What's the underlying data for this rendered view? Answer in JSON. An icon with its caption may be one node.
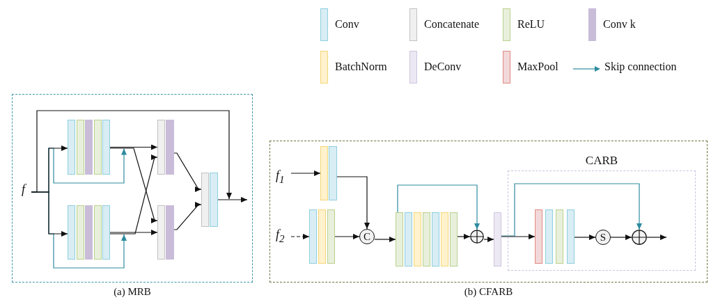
{
  "diagram": {
    "nodes": [
      {
        "text": [
          "(a) MRB"
        ]
      },
      {
        "text": [
          "f"
        ],
        "in": 0
      },
      {
        "text": [],
        "shape": "bar",
        "in": 0
      },
      {
        "text": [],
        "shape": "bar",
        "in": 0
      },
      {
        "text": [],
        "shape": "bar",
        "in": 0
      },
      {
        "text": [],
        "shape": "bar",
        "in": 0
      },
      {
        "text": [],
        "shape": "bar",
        "in": 0
      },
      {
        "text": [],
        "shape": "bar",
        "in": 0
      },
      {
        "text": [],
        "shape": "bar",
        "in": 0
      },
      {
        "text": [],
        "shape": "bar",
        "in": 0
      },
      {
        "text": [],
        "shape": "bar",
        "in": 0
      },
      {
        "text": [],
        "shape": "bar",
        "in": 0
      },
      {
        "text": [],
        "shape": "bar",
        "in": 0
      },
      {
        "text": [],
        "shape": "bar",
        "in": 0
      },
      {
        "text": [],
        "shape": "bar",
        "in": 0
      },
      {
        "text": [],
        "shape": "bar",
        "in": 0
      },
      {
        "text": [],
        "shape": "bar",
        "in": 0
      },
      {
        "text": [],
        "shape": "bar",
        "in": 0
      },
      {
        "text": [
          "(b) CFARB"
        ]
      },
      {
        "text": [
          "f$_{1}$"
        ],
        "in": 18
      },
      {
        "text": [],
        "shape": "bar",
        "in": 18
      },
      {
        "text": [],
        "shape": "bar",
        "in": 18
      },
      {
        "text": [
          "f$_{2}$"
        ],
        "in": 18
      },
      {
        "text": [],
        "shape": "bar",
        "in": 18
      },
      {
        "text": [],
        "shape": "bar",
        "in": 18
      },
      {
        "text": [],
        "shape": "bar",
        "in": 18
      },
      {
        "text": [
          "C"
        ],
        "in": 18
      },
      {
        "text": [],
        "shape": "bar",
        "in": 18
      },
      {
        "text": [],
        "shape": "bar",
        "in": 18
      },
      {
        "text": [],
        "shape": "bar",
        "in": 18
      },
      {
        "text": [],
        "shape": "bar",
        "in": 18
      },
      {
        "text": [],
        "shape": "bar",
        "in": 18
      },
      {
        "text": [],
        "shape": "bar",
        "in": 18
      },
      {
        "text": [],
        "shape": "bar",
        "in": 18
      },
      {
        "text": [],
        "shape": "circle",
        "in": 18
      },
      {
        "text": [],
        "shape": "bar",
        "in": 18
      },
      {
        "text": [
          "CARB"
        ],
        "in": 18
      },
      {
        "text": [],
        "shape": "bar",
        "in": 36
      },
      {
        "text": [],
        "shape": "bar",
        "in": 36
      },
      {
        "text": [],
        "shape": "bar",
        "in": 36
      },
      {
        "text": [],
        "shape": "bar",
        "in": 36
      },
      {
        "text": [
          "S"
        ],
        "in": 36
      },
      {
        "text": [],
        "shape": "circle",
        "in": 36
      }
    ],
    "edges": [
      {
        "from": 1,
        "to": 2,
        "arrow": "to"
      },
      {
        "from": 1,
        "to": 7,
        "arrow": "to"
      },
      {
        "from": 1,
        "to": 6,
        "arrow": "to",
        "color": "#2e8b9e"
      },
      {
        "from": 1,
        "to": 11,
        "arrow": "to",
        "color": "#2e8b9e"
      },
      {
        "from": 6,
        "to": 12,
        "arrow": "to"
      },
      {
        "from": 6,
        "to": 14,
        "arrow": "to"
      },
      {
        "from": 11,
        "to": 12,
        "arrow": "to"
      },
      {
        "from": 11,
        "to": 14,
        "arrow": "to"
      },
      {
        "from": 13,
        "to": 16,
        "arrow": "to"
      },
      {
        "from": 15,
        "to": 16,
        "arrow": "to"
      },
      {
        "from": 1,
        "to": 17,
        "arrow": "to"
      },
      {
        "from": 17,
        "to": null,
        "arrow": "to"
      },
      {
        "from": 19,
        "to": 20,
        "arrow": "to"
      },
      {
        "from": 21,
        "to": 26,
        "arrow": "to"
      },
      {
        "from": 22,
        "to": 23,
        "arrow": "to",
        "style": "dashed"
      },
      {
        "from": 25,
        "to": 26,
        "arrow": "to"
      },
      {
        "from": 26,
        "to": 27,
        "arrow": "to"
      },
      {
        "from": 27,
        "to": 34,
        "arrow": "to",
        "color": "#2e8b9e"
      },
      {
        "from": 33,
        "to": 34,
        "arrow": "to"
      },
      {
        "from": 34,
        "to": 35,
        "arrow": "to"
      },
      {
        "from": 35,
        "to": 37,
        "arrow": "to"
      },
      {
        "from": 35,
        "to": 42,
        "arrow": "to",
        "color": "#2e8b9e"
      },
      {
        "from": 40,
        "to": 41,
        "arrow": "to"
      },
      {
        "from": 41,
        "to": 42,
        "arrow": "to"
      },
      {
        "from": 42,
        "to": null,
        "arrow": "to"
      }
    ],
    "legend": [
      {
        "text": "Conv",
        "color": "#d9edf4"
      },
      {
        "text": "Concatenate",
        "color": "#f0f0f0"
      },
      {
        "text": "ReLU",
        "color": "#e8f0dc"
      },
      {
        "text": "Conv k",
        "color": "#c9bcd9"
      },
      {
        "text": "BatchNorm",
        "color": "#fff2cc"
      },
      {
        "text": "DeConv",
        "color": "#ece8f3"
      },
      {
        "text": "MaxPool",
        "color": "#f2d8d8"
      },
      {
        "text": "Skip connection"
      }
    ]
  }
}
